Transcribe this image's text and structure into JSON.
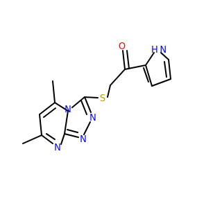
{
  "molecule": {
    "atoms": {
      "n_pyrrole": {
        "label": "H N",
        "element": "N",
        "color": "#0000ff"
      },
      "o_carbonyl": {
        "label": "O",
        "element": "O",
        "color": "#ff0000"
      },
      "s_thioether": {
        "label": "S",
        "element": "S",
        "color": "#b8a000"
      },
      "n_bridge": {
        "label": "N",
        "element": "N",
        "color": "#0000ff"
      },
      "n_triazole_a": {
        "label": "N",
        "element": "N",
        "color": "#0000ff"
      },
      "n_triazole_b": {
        "label": "N",
        "element": "N",
        "color": "#0000ff"
      },
      "n_pyrimidine": {
        "label": "N",
        "element": "N",
        "color": "#0000ff"
      }
    },
    "bond_color": "#000000"
  }
}
